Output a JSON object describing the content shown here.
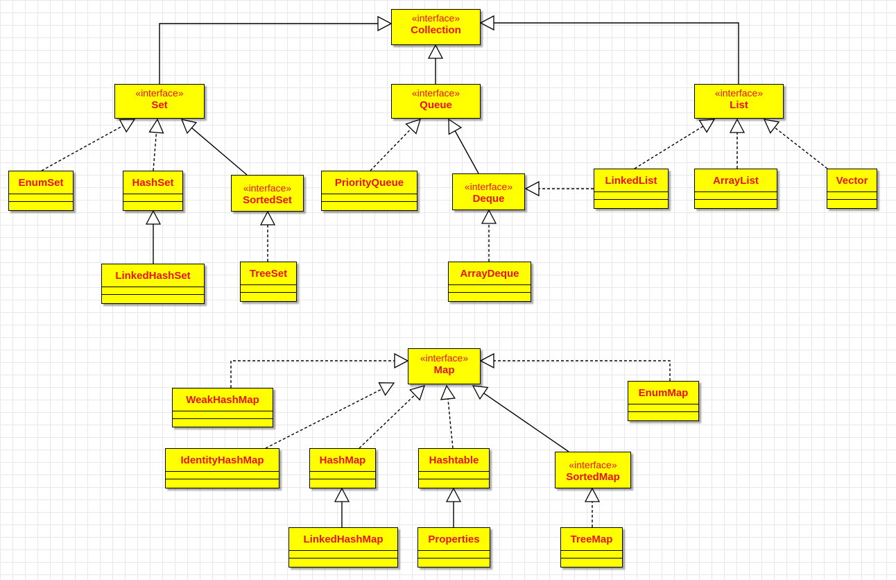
{
  "stereotype": "«interface»",
  "classes": {
    "collection": {
      "name": "Collection",
      "is_interface": true
    },
    "set": {
      "name": "Set",
      "is_interface": true
    },
    "queue": {
      "name": "Queue",
      "is_interface": true
    },
    "list": {
      "name": "List",
      "is_interface": true
    },
    "enumset": {
      "name": "EnumSet",
      "is_interface": false
    },
    "hashset": {
      "name": "HashSet",
      "is_interface": false
    },
    "sortedset": {
      "name": "SortedSet",
      "is_interface": true
    },
    "priorityqueue": {
      "name": "PriorityQueue",
      "is_interface": false
    },
    "deque": {
      "name": "Deque",
      "is_interface": true
    },
    "linkedlist": {
      "name": "LinkedList",
      "is_interface": false
    },
    "arraylist": {
      "name": "ArrayList",
      "is_interface": false
    },
    "vector": {
      "name": "Vector",
      "is_interface": false
    },
    "linkedhashset": {
      "name": "LinkedHashSet",
      "is_interface": false
    },
    "treeset": {
      "name": "TreeSet",
      "is_interface": false
    },
    "arraydeque": {
      "name": "ArrayDeque",
      "is_interface": false
    },
    "map": {
      "name": "Map",
      "is_interface": true
    },
    "weakhashmap": {
      "name": "WeakHashMap",
      "is_interface": false
    },
    "enummap": {
      "name": "EnumMap",
      "is_interface": false
    },
    "identityhashmap": {
      "name": "IdentityHashMap",
      "is_interface": false
    },
    "hashmap": {
      "name": "HashMap",
      "is_interface": false
    },
    "hashtable": {
      "name": "Hashtable",
      "is_interface": false
    },
    "sortedmap": {
      "name": "SortedMap",
      "is_interface": true
    },
    "linkedhashmap": {
      "name": "LinkedHashMap",
      "is_interface": false
    },
    "properties": {
      "name": "Properties",
      "is_interface": false
    },
    "treemap": {
      "name": "TreeMap",
      "is_interface": false
    }
  },
  "relations": [
    {
      "from": "set",
      "to": "collection",
      "kind": "extends"
    },
    {
      "from": "queue",
      "to": "collection",
      "kind": "extends"
    },
    {
      "from": "list",
      "to": "collection",
      "kind": "extends"
    },
    {
      "from": "enumset",
      "to": "set",
      "kind": "implements"
    },
    {
      "from": "hashset",
      "to": "set",
      "kind": "implements"
    },
    {
      "from": "sortedset",
      "to": "set",
      "kind": "extends"
    },
    {
      "from": "linkedhashset",
      "to": "hashset",
      "kind": "extends"
    },
    {
      "from": "treeset",
      "to": "sortedset",
      "kind": "implements"
    },
    {
      "from": "priorityqueue",
      "to": "queue",
      "kind": "implements"
    },
    {
      "from": "deque",
      "to": "queue",
      "kind": "extends"
    },
    {
      "from": "arraydeque",
      "to": "deque",
      "kind": "implements"
    },
    {
      "from": "linkedlist",
      "to": "deque",
      "kind": "implements"
    },
    {
      "from": "linkedlist",
      "to": "list",
      "kind": "implements"
    },
    {
      "from": "arraylist",
      "to": "list",
      "kind": "implements"
    },
    {
      "from": "vector",
      "to": "list",
      "kind": "implements"
    },
    {
      "from": "weakhashmap",
      "to": "map",
      "kind": "implements"
    },
    {
      "from": "enummap",
      "to": "map",
      "kind": "implements"
    },
    {
      "from": "identityhashmap",
      "to": "map",
      "kind": "implements"
    },
    {
      "from": "hashmap",
      "to": "map",
      "kind": "implements"
    },
    {
      "from": "hashtable",
      "to": "map",
      "kind": "implements"
    },
    {
      "from": "sortedmap",
      "to": "map",
      "kind": "extends"
    },
    {
      "from": "linkedhashmap",
      "to": "hashmap",
      "kind": "extends"
    },
    {
      "from": "properties",
      "to": "hashtable",
      "kind": "extends"
    },
    {
      "from": "treemap",
      "to": "sortedmap",
      "kind": "implements"
    }
  ],
  "colors": {
    "box_fill": "#ffff00",
    "text": "#e8121f",
    "line": "#000000"
  }
}
